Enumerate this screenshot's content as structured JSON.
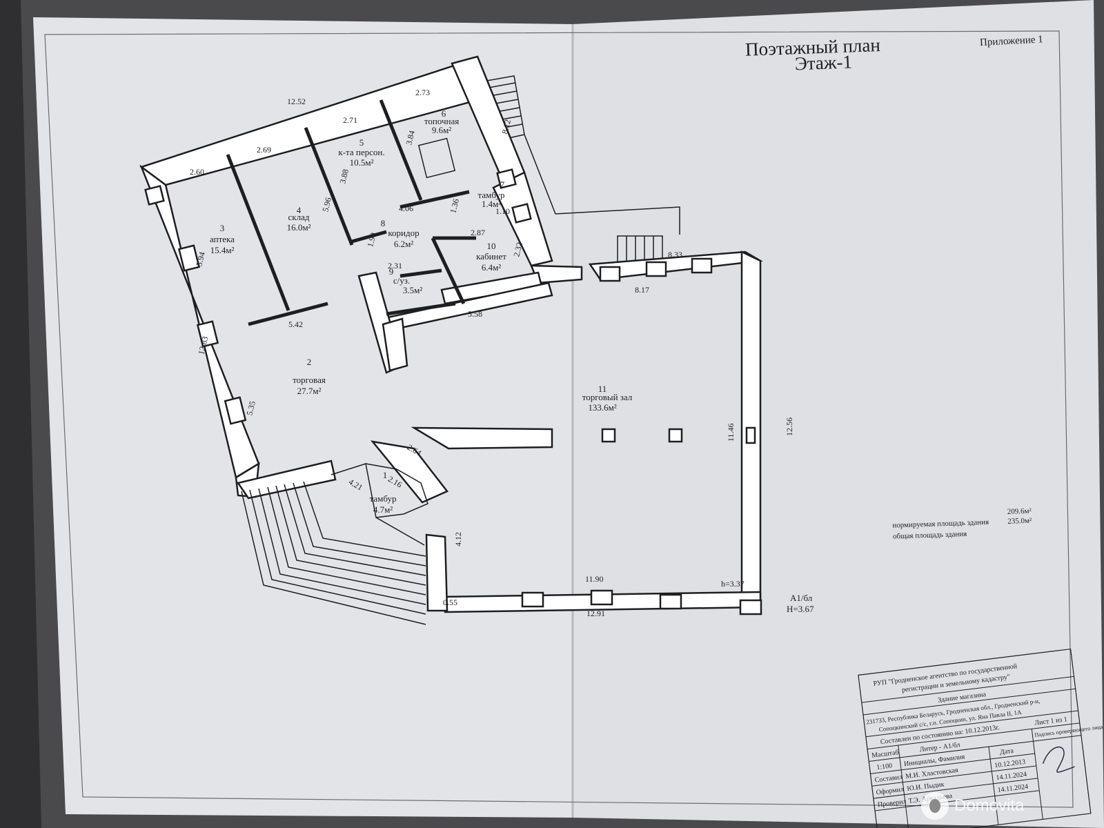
{
  "header": {
    "title": "Поэтажный план",
    "floor": "Этаж-1",
    "appendix": "Приложение 1"
  },
  "rooms": [
    {
      "num": "1",
      "name": "тамбур",
      "area": "4.7м²"
    },
    {
      "num": "2",
      "name": "торговая",
      "area": "27.7м²"
    },
    {
      "num": "3",
      "name": "аптека",
      "area": "15.4м²"
    },
    {
      "num": "4",
      "name": "склад",
      "area": "16.0м²"
    },
    {
      "num": "5",
      "name": "к-та персон.",
      "area": "10.5м²"
    },
    {
      "num": "6",
      "name": "топочная",
      "area": "9.6м²"
    },
    {
      "num": "7",
      "name": "тамбур",
      "area": "1.4м²"
    },
    {
      "num": "8",
      "name": "коридор",
      "area": "6.2м²"
    },
    {
      "num": "9",
      "name": "с/уз.",
      "area": "3.5м²"
    },
    {
      "num": "10",
      "name": "кабинет",
      "area": "6.4м²"
    },
    {
      "num": "11",
      "name": "торговый зал",
      "area": "133.6м²"
    }
  ],
  "dimensions": [
    "12.52",
    "2.73",
    "2.71",
    "3.84",
    "3.88",
    "8.12",
    "2.69",
    "2.60",
    "5.96",
    "4.06",
    "1.36",
    "1.10",
    "2.87",
    "1.90",
    "2.32",
    "5.94",
    "2.31",
    "8.33",
    "8.17",
    "5.42",
    "5.58",
    "12.83",
    "5.35",
    "2.64",
    "2.16",
    "4.21",
    "11.46",
    "12.56",
    "4.12",
    "11.90",
    "h=3.37",
    "0.55",
    "12.91"
  ],
  "building_marks": {
    "litera": "А1/бл",
    "height": "Н=3.67"
  },
  "areas": {
    "norm_label": "нормируемая площадь здания",
    "norm_value": "209.6м²",
    "total_label": "общая площадь здания",
    "total_value": "235.0м²"
  },
  "stamp": {
    "org_line1": "РУП \"Гродненское агентство по государственной",
    "org_line2": "регистрации и земельному кадастру\"",
    "building": "Здание магазина",
    "address1": "231733, Республика Беларусь, Гродненская обл., Гродненский р-н,",
    "address2": "Сопоцкинский с/с, г.п. Сопоцкин, ул. Яна Павла II, 1А",
    "compiled_state": "Составлен по состоянию на: 10.12.2013г.",
    "sheet": "Лист 1 из 1",
    "scale_label": "Масштаб",
    "litera_label": "Литер - А1/бл",
    "scale_value": "1:100",
    "initials_label": "Инициалы, Фамилия",
    "date_label": "Дата",
    "signature_label": "Подпись проверяющего лица",
    "compiled_label": "Составил",
    "compiled_name": "М.И. Хластовская",
    "compiled_date": "10.12.2013",
    "formed_label": "Оформил",
    "formed_name": "Ю.И. Пыдик",
    "formed_date": "14.11.2024",
    "checked_label": "Проверил",
    "checked_name": "Т.Э. Аркадьева",
    "checked_date": "14.11.2024"
  },
  "watermark": "Domovita"
}
